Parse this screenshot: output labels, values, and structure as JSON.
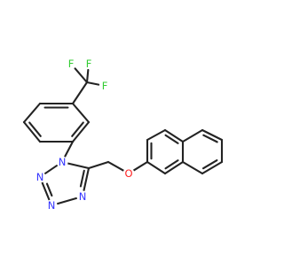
{
  "molecule": {
    "atoms": [
      {
        "id": "F1",
        "symbol": "F"
      },
      {
        "id": "F2",
        "symbol": "F"
      },
      {
        "id": "F3",
        "symbol": "F"
      },
      {
        "id": "N1",
        "symbol": "N"
      },
      {
        "id": "N2",
        "symbol": "N"
      },
      {
        "id": "N3",
        "symbol": "N"
      },
      {
        "id": "N4",
        "symbol": "N"
      },
      {
        "id": "O1",
        "symbol": "O"
      }
    ],
    "colors": {
      "bond": "#232323",
      "F": "#33cc33",
      "N": "#3333ff",
      "O": "#ff2222"
    }
  }
}
